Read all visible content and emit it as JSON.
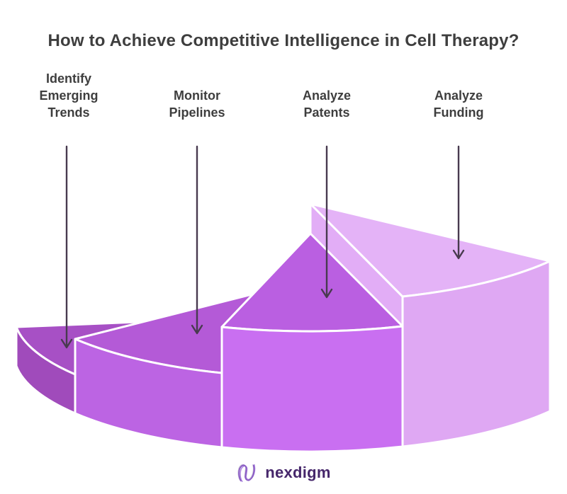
{
  "title": "How to Achieve Competitive Intelligence in Cell Therapy?",
  "steps": [
    {
      "label": "Identify\nEmerging\nTrends"
    },
    {
      "label": "Monitor\nPipelines"
    },
    {
      "label": "Analyze\nPatents"
    },
    {
      "label": "Analyze\nFunding"
    }
  ],
  "logo": {
    "text": "nexdigm",
    "text_color": "#46276B"
  },
  "colors": {
    "title_text": "#3E3E3E",
    "label_text": "#3E3E3E",
    "arrow": "#483A4F",
    "outline": "#FFFFFF",
    "wedge1_top": "#A750C5",
    "wedge1_front": "#A04BBB",
    "wedge2_top": "#B45AD7",
    "wedge2_front": "#BC64E3",
    "wedge3_top": "#BA5FE1",
    "wedge3_front": "#C96FF1",
    "wedge4_top": "#E4B3F7",
    "wedge4_side": "#DFA8F3",
    "wedge4_cut": "#E2ADF6",
    "logo_icon_a": "#8A5BC4",
    "logo_icon_b": "#B08CE0",
    "logo_icon_c": "#C9C2D8"
  },
  "chart_data": {
    "type": "pie",
    "style": "3d fan pie, four equal slices, extrusion height increases left to right",
    "labels": [
      "Identify Emerging Trends",
      "Monitor Pipelines",
      "Analyze Patents",
      "Analyze Funding"
    ],
    "values": [
      25,
      25,
      25,
      25
    ],
    "relative_heights": [
      55,
      105,
      170,
      212
    ],
    "title": "How to Achieve Competitive Intelligence in Cell Therapy?",
    "legend_position": "none",
    "slice_colors": [
      "#A750C5",
      "#B45AD7",
      "#BA5FE1",
      "#E4B3F7"
    ]
  }
}
